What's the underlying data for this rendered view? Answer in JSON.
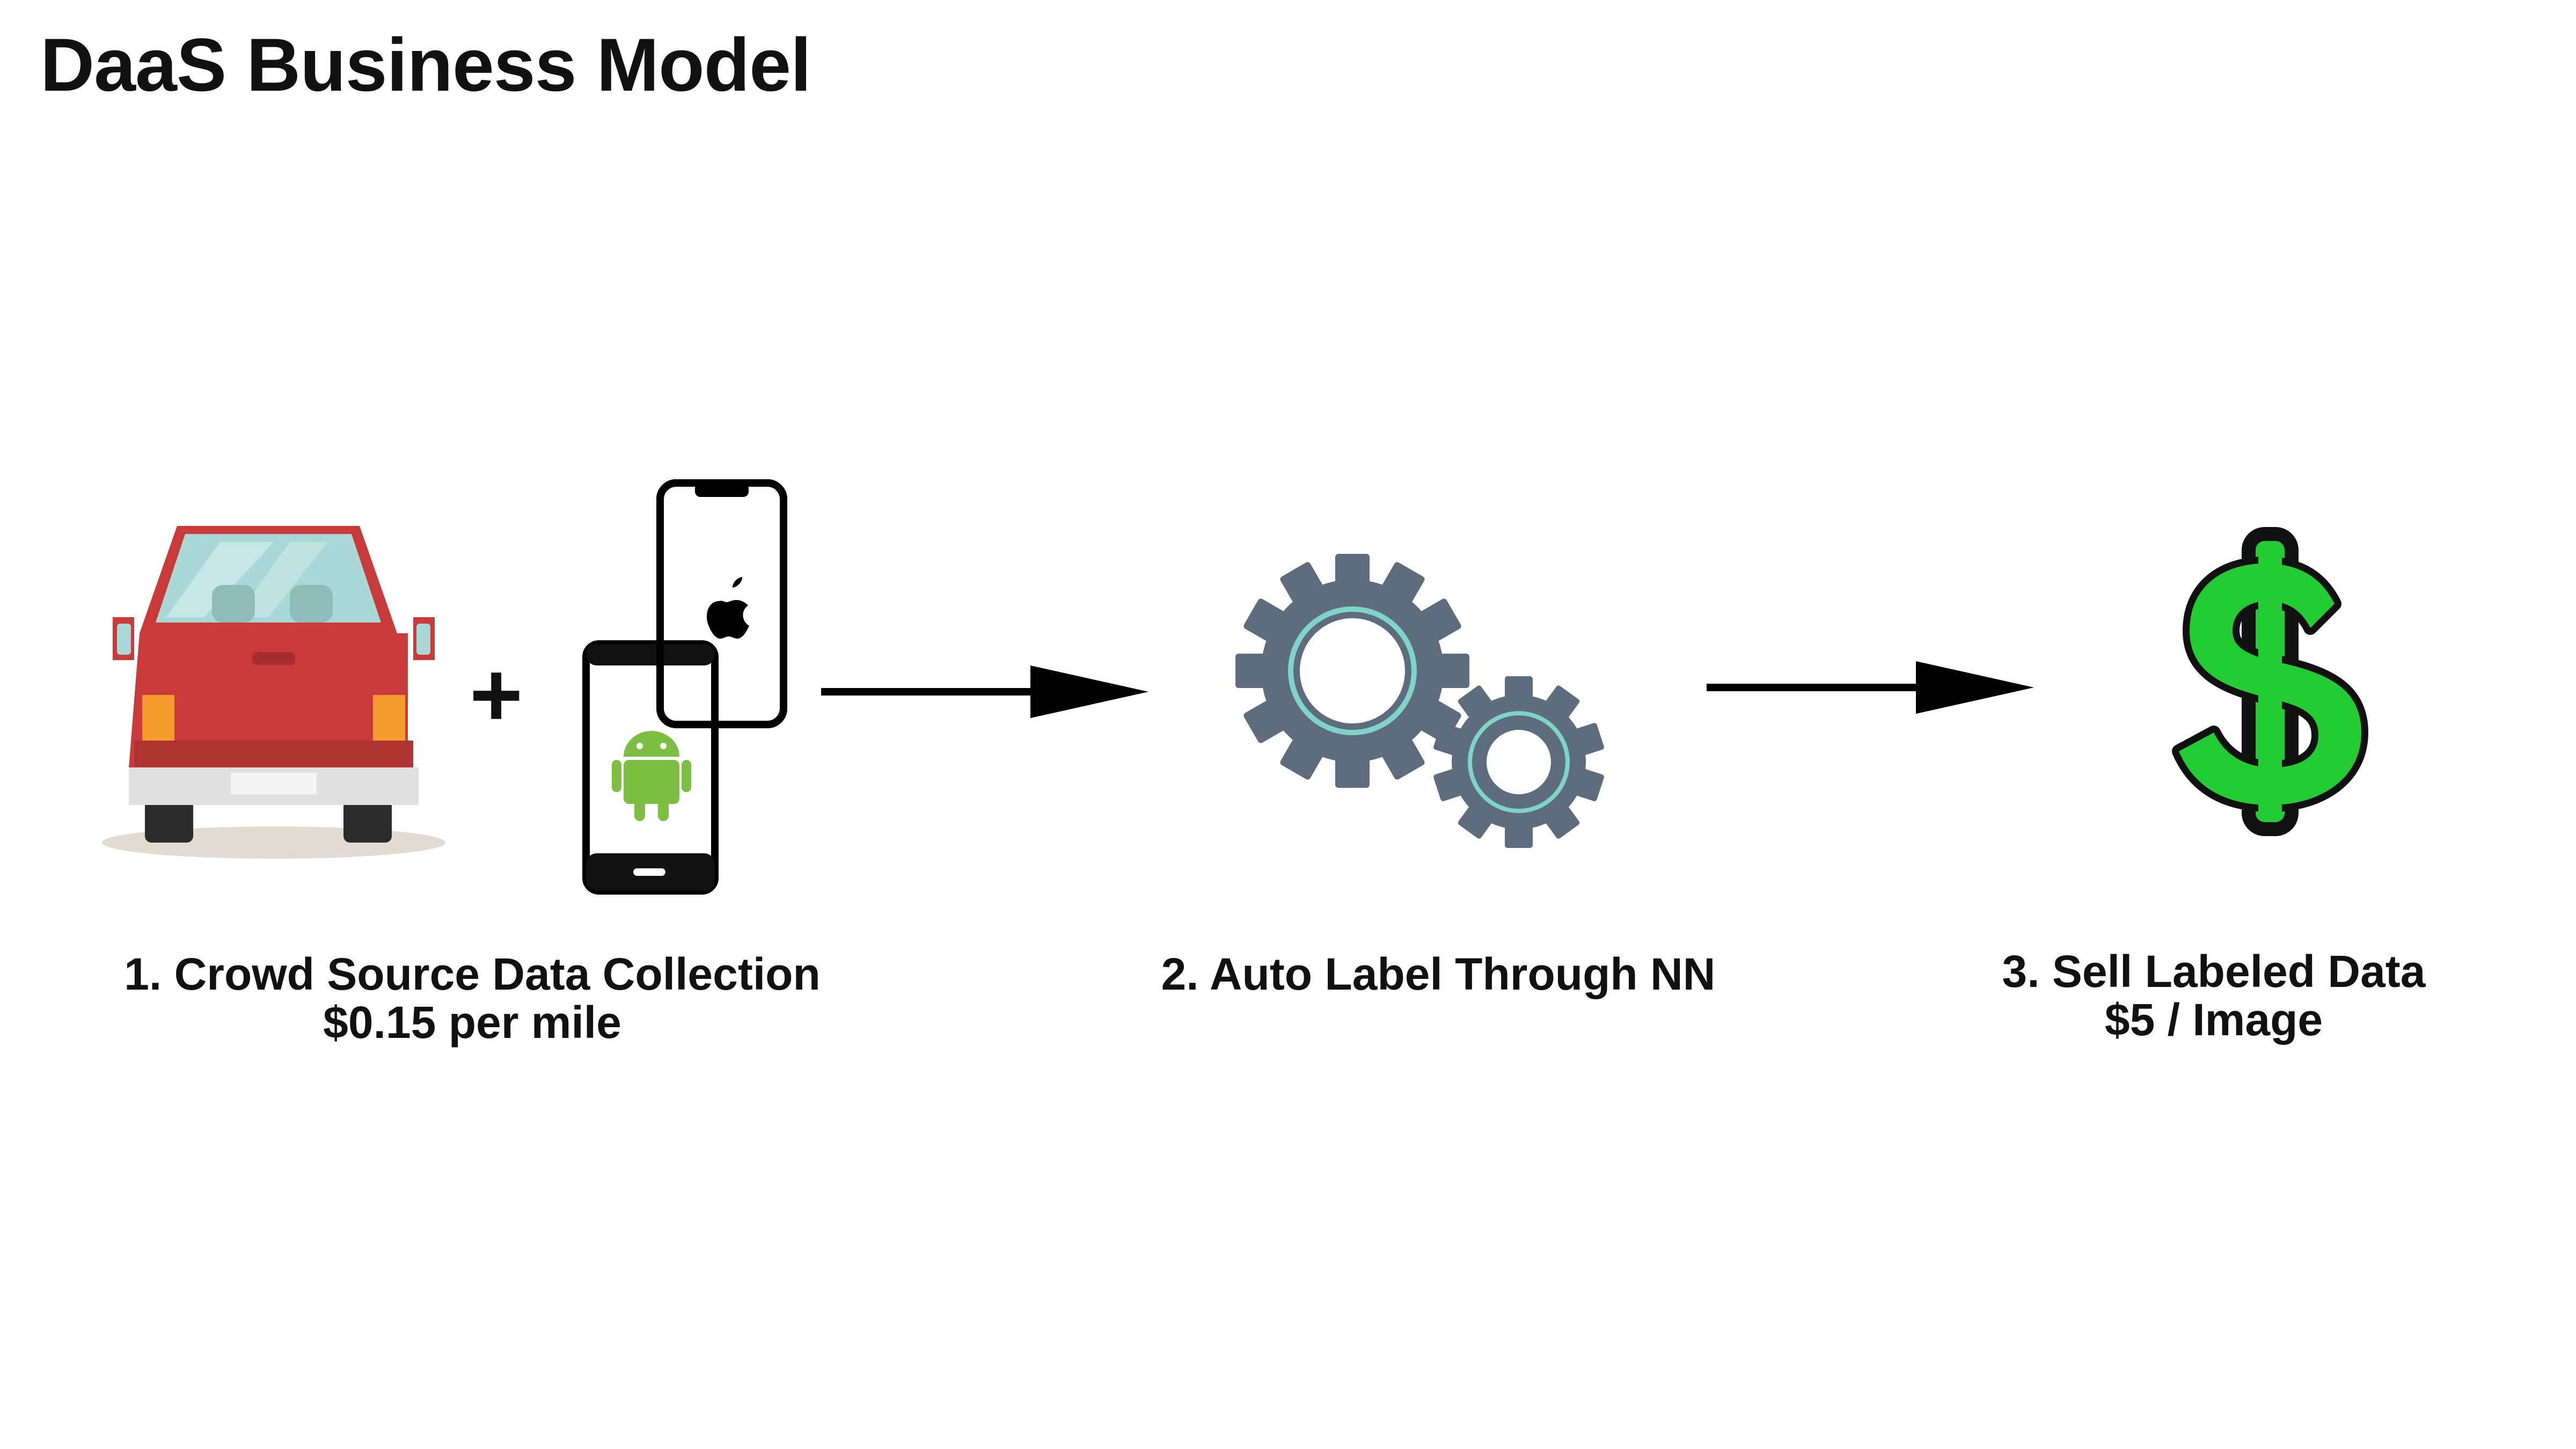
{
  "title": "DaaS Business Model",
  "steps": [
    {
      "line1": "1. Crowd Source Data Collection",
      "line2": "$0.15 per mile"
    },
    {
      "line1": "2. Auto Label Through NN",
      "line2": ""
    },
    {
      "line1": "3. Sell Labeled Data",
      "line2": "$5 / Image"
    }
  ],
  "plus_sign": "+",
  "icons": {
    "car": "car-rear-icon",
    "phones": "smartphones-icon",
    "gears": "gears-icon",
    "money": "dollar-sign-icon",
    "arrow": "right-arrow-icon"
  },
  "colors": {
    "car_body": "#c93b3b",
    "gear": "#5d6d7e",
    "gear_ring": "#7fd4c8",
    "dollar": "#22cc33",
    "android": "#7cbf43"
  }
}
